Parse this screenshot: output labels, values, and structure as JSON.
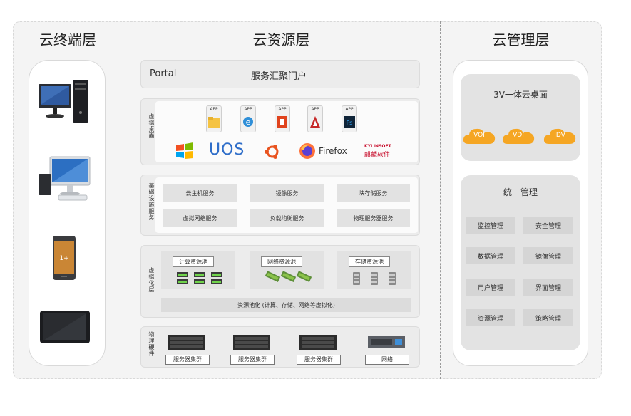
{
  "layers": {
    "client": "云终端层",
    "resource": "云资源层",
    "management": "云管理层"
  },
  "portal": {
    "label": "Portal",
    "title": "服务汇聚门户"
  },
  "desktop": {
    "label": "虚拟桌面",
    "app_badge": "APP",
    "os": {
      "uos": "UOS",
      "firefox": "Firefox",
      "kylin_top": "KYLINSOFT",
      "kylin_bottom": "麒麟软件"
    }
  },
  "basic": {
    "label": "基础设施服务",
    "services": [
      "云主机服务",
      "镜像服务",
      "块存储服务",
      "虚拟网络服务",
      "负载均衡服务",
      "物理服务器服务"
    ]
  },
  "virt": {
    "label": "虚拟化层",
    "pools": [
      "计算资源池",
      "网络资源池",
      "存储资源池"
    ],
    "pooling": "资源池化 (计算、存储、网络等虚拟化)"
  },
  "hardware": {
    "label": "物理硬件",
    "items": [
      "服务器集群",
      "服务器集群",
      "服务器集群",
      "网络"
    ]
  },
  "mgmt": {
    "vdi_title": "3V一体云桌面",
    "clouds": [
      "VOI",
      "VDI",
      "IDV"
    ],
    "unified_title": "统一管理",
    "items": [
      "监控管理",
      "安全管理",
      "数据管理",
      "镜像管理",
      "用户管理",
      "界面管理",
      "资源管理",
      "策略管理"
    ]
  },
  "colors": {
    "cloud": "#f5a623",
    "frame": "#f4f4f4"
  }
}
